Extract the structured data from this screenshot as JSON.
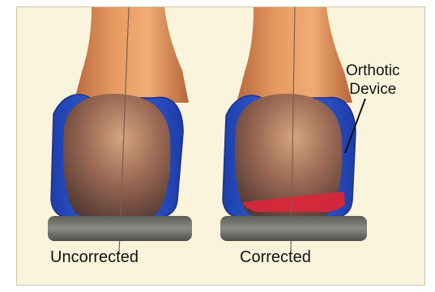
{
  "labels": {
    "uncorrected": "Uncorrected",
    "corrected": "Corrected",
    "device_line1": "Orthotic",
    "device_line2": "Device"
  },
  "colors": {
    "background": "#fbf4dc",
    "orthotic_shell": "#2f55c9",
    "heel_skin": "#8a5a4a",
    "leg_skin": "#d78d58",
    "corrective_wedge": "#d7283b",
    "shoe_sole": "#6b6b68"
  }
}
